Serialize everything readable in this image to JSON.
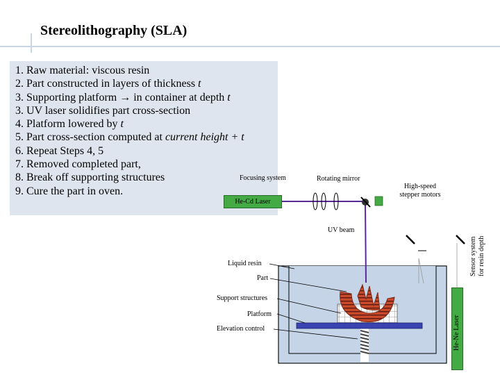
{
  "slide": {
    "title": "Stereolithography (SLA)"
  },
  "steps": [
    {
      "text": "1. Raw material: viscous resin"
    },
    {
      "before": "2. Part constructed in layers of thickness ",
      "italic": "t"
    },
    {
      "before": "3. Supporting platform → in container at depth ",
      "italic": "t"
    },
    {
      "text": "3. UV laser solidifies part cross-section"
    },
    {
      "before": "4. Platform lowered by ",
      "italic": "t"
    },
    {
      "before": "5. Part cross-section computed at ",
      "italic": "current height + t"
    },
    {
      "text": "6. Repeat Steps 4, 5"
    },
    {
      "text": "7. Removed completed part,"
    },
    {
      "text": "8. Break off supporting structures"
    },
    {
      "text": "9. Cure the part in oven."
    }
  ],
  "diagram": {
    "labels": {
      "focusing_system": "Focusing system",
      "rotating_mirror": "Rotating mirror",
      "high_speed_1": "High-speed",
      "high_speed_2": "stepper motors",
      "he_cd_laser": "He-Cd Laser",
      "uv_beam": "UV beam",
      "sensor_1": "Sensor system",
      "sensor_2": "for resin depth",
      "liquid_resin": "Liquid resin",
      "part": "Part",
      "support_structures": "Support structures",
      "platform": "Platform",
      "elevation_control": "Elevation control",
      "he_ne_laser": "He-Ne Laser"
    },
    "colors": {
      "text_box_bg": "#dfe5ef",
      "resin": "#c5d4e6",
      "laser_green": "#44aa44",
      "beam_purple": "#5a2a9a",
      "part_red": "#c84a2a",
      "platform_blue": "#3a44b0"
    }
  }
}
